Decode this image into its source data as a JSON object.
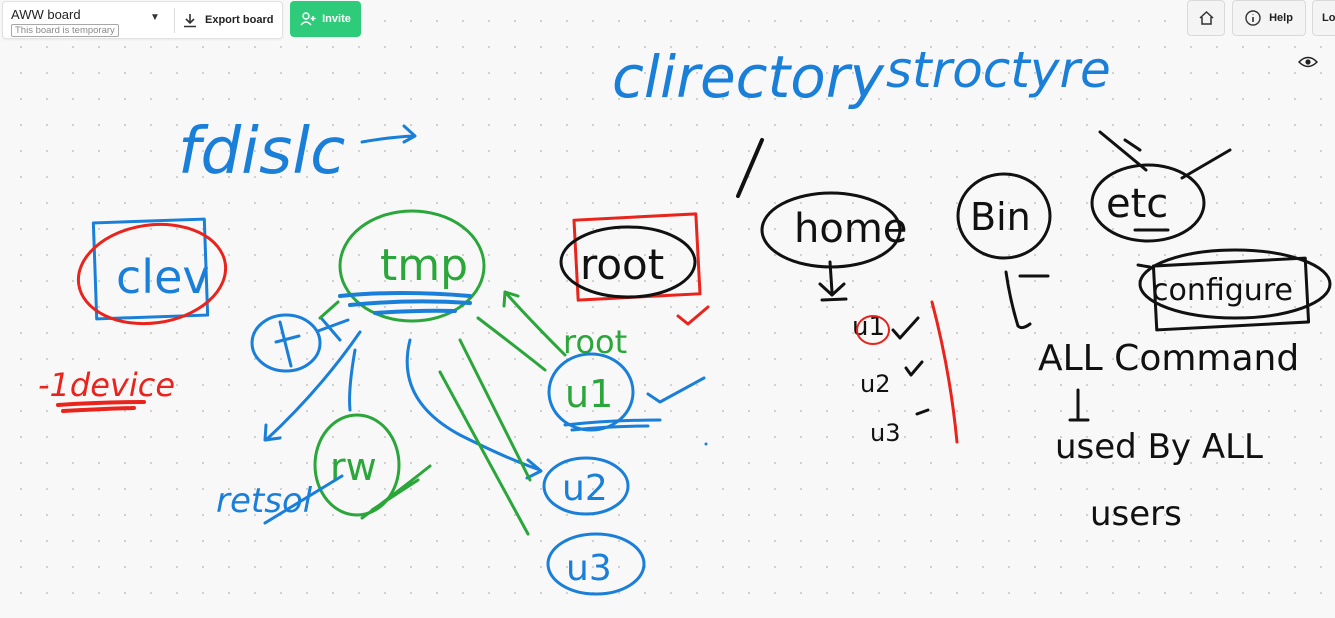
{
  "board": {
    "title": "AWW board",
    "badge": "This board is temporary"
  },
  "toolbar": {
    "export_label": "Export board",
    "invite_label": "Invite",
    "help_label": "Help",
    "login_label": "Log"
  },
  "icons": [
    "chevron-down-icon",
    "download-icon",
    "add-user-icon",
    "home-icon",
    "info-icon",
    "eye-icon"
  ],
  "colors": {
    "invite": "#2ecc7a",
    "blue_ink": "#1a7fd8",
    "green_ink": "#2aa63a",
    "red_ink": "#e8241c",
    "black_ink": "#111111"
  },
  "drawing": {
    "title_directory": "clirectory",
    "title_structure": "stroctyre",
    "fdisk": "fdislc",
    "dev": "clev",
    "device_note": "-1device",
    "tmp": "tmp",
    "root_box": "root",
    "root_green": "root",
    "rw": "rw",
    "retail": "retsol",
    "u1": "u1",
    "u2": "u2",
    "u3": "u3",
    "home": "home",
    "bin": "Bin",
    "etc": "etc",
    "configure": "configure",
    "list_u1": "u1",
    "list_u2": "u2",
    "list_u3": "u3",
    "all_command": "ALL Command",
    "used_by_all": "used By ALL",
    "users": "users"
  }
}
